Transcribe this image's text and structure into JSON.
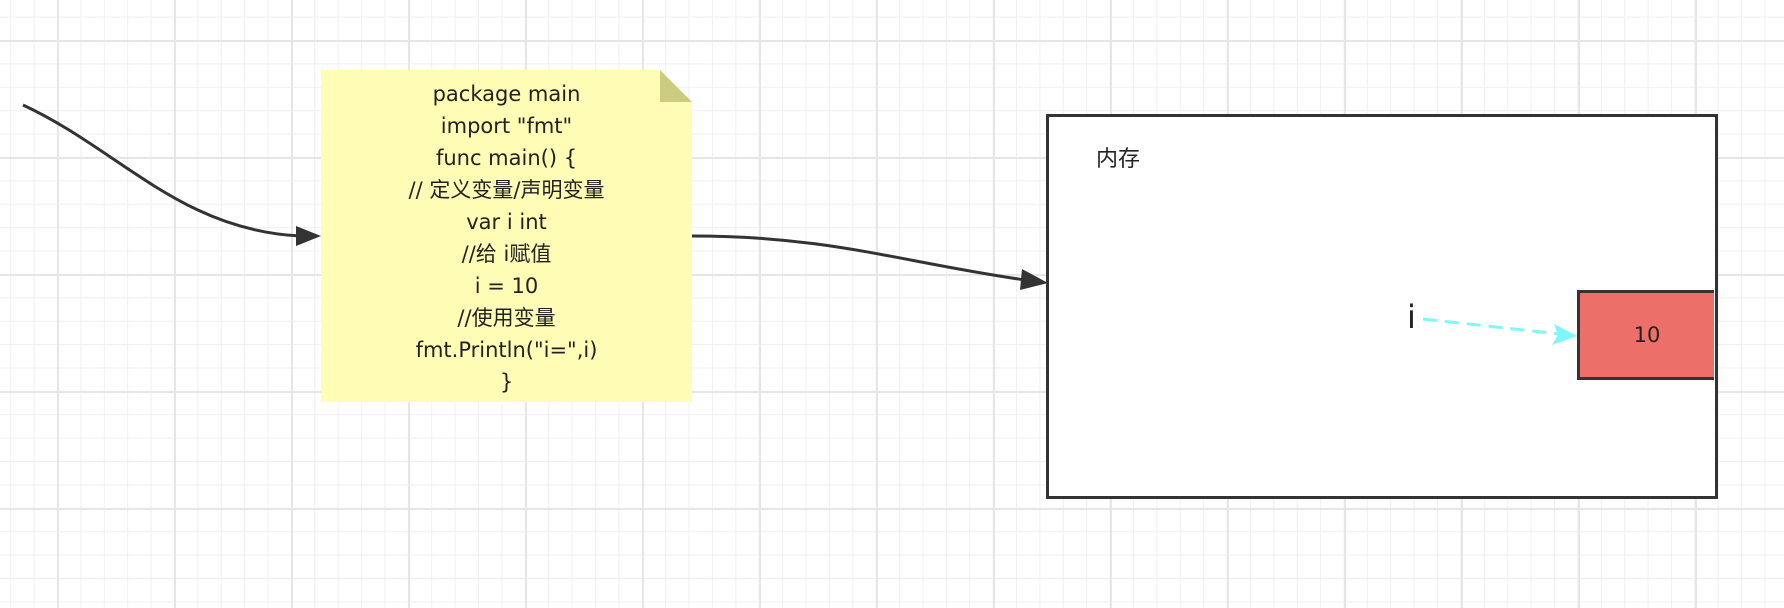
{
  "note": {
    "lines": [
      "package main",
      "import \"fmt\"",
      "func main() {",
      "// 定义变量/声明变量",
      "var i int",
      "//给 i赋值",
      "i = 10",
      "//使用变量",
      "fmt.Println(\"i=\",i)",
      "}"
    ],
    "color": "#fffcb5"
  },
  "memory": {
    "label": "内存"
  },
  "variable": {
    "name": "i",
    "value": "10",
    "cell_color": "#ed6f6a",
    "pointer_color": "#7ff5fd"
  }
}
